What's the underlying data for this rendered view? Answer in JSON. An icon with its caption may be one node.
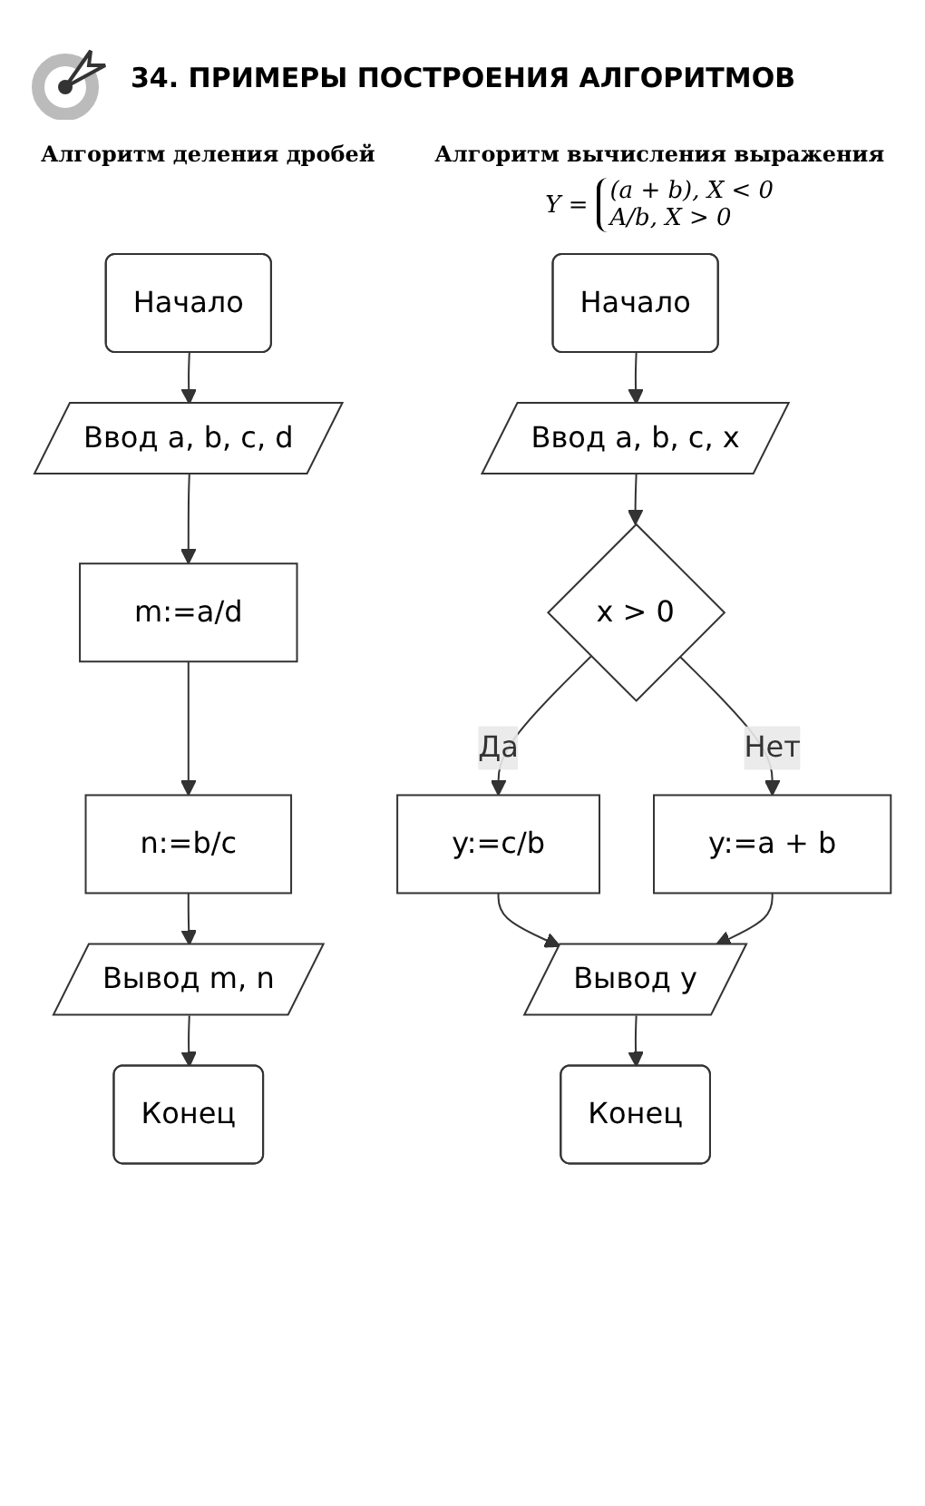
{
  "diagram": {
    "title": "34. ПРИМЕРЫ ПОСТРОЕНИЯ АЛГОРИТМОВ",
    "nodes": [
      {
        "text": [
          "Начало"
        ]
      },
      {
        "text": [
          "Ввод a, b, c, d"
        ]
      },
      {
        "text": [
          "m:=a/d"
        ]
      },
      {
        "text": [
          "n:=b/c"
        ]
      },
      {
        "text": [
          "Вывод m, n"
        ]
      },
      {
        "text": [
          "Конец"
        ]
      },
      {
        "text": [
          "Начало"
        ]
      },
      {
        "text": [
          "Ввод a, b, c, x"
        ]
      },
      {
        "text": [
          "x > 0"
        ]
      },
      {
        "text": [
          "y:=c/b"
        ]
      },
      {
        "text": [
          "y:=a + b"
        ]
      },
      {
        "text": [
          "Вывод y"
        ]
      },
      {
        "text": [
          "Конец"
        ]
      }
    ],
    "edges": [
      {
        "from": 0,
        "to": 1,
        "arrow": "to"
      },
      {
        "from": 1,
        "to": 2,
        "arrow": "to"
      },
      {
        "from": 2,
        "to": 3,
        "arrow": "to"
      },
      {
        "from": 3,
        "to": 4,
        "arrow": "to"
      },
      {
        "from": 4,
        "to": 5,
        "arrow": "to"
      },
      {
        "from": 6,
        "to": 7,
        "arrow": "to"
      },
      {
        "from": 7,
        "to": 8,
        "arrow": "to"
      },
      {
        "from": 8,
        "to": 9,
        "arrow": "to",
        "label": "Да"
      },
      {
        "from": 8,
        "to": 10,
        "arrow": "to",
        "label": "Нет"
      },
      {
        "from": 9,
        "to": 11,
        "arrow": "to"
      },
      {
        "from": 10,
        "to": 11,
        "arrow": "to"
      },
      {
        "from": 11,
        "to": 12,
        "arrow": "to"
      }
    ],
    "labels": [
      "Алгоритм деления дробей",
      "Алгоритм вычисления выражения",
      "Y =",
      "(a + b), X < 0",
      "A/b, X > 0"
    ]
  }
}
